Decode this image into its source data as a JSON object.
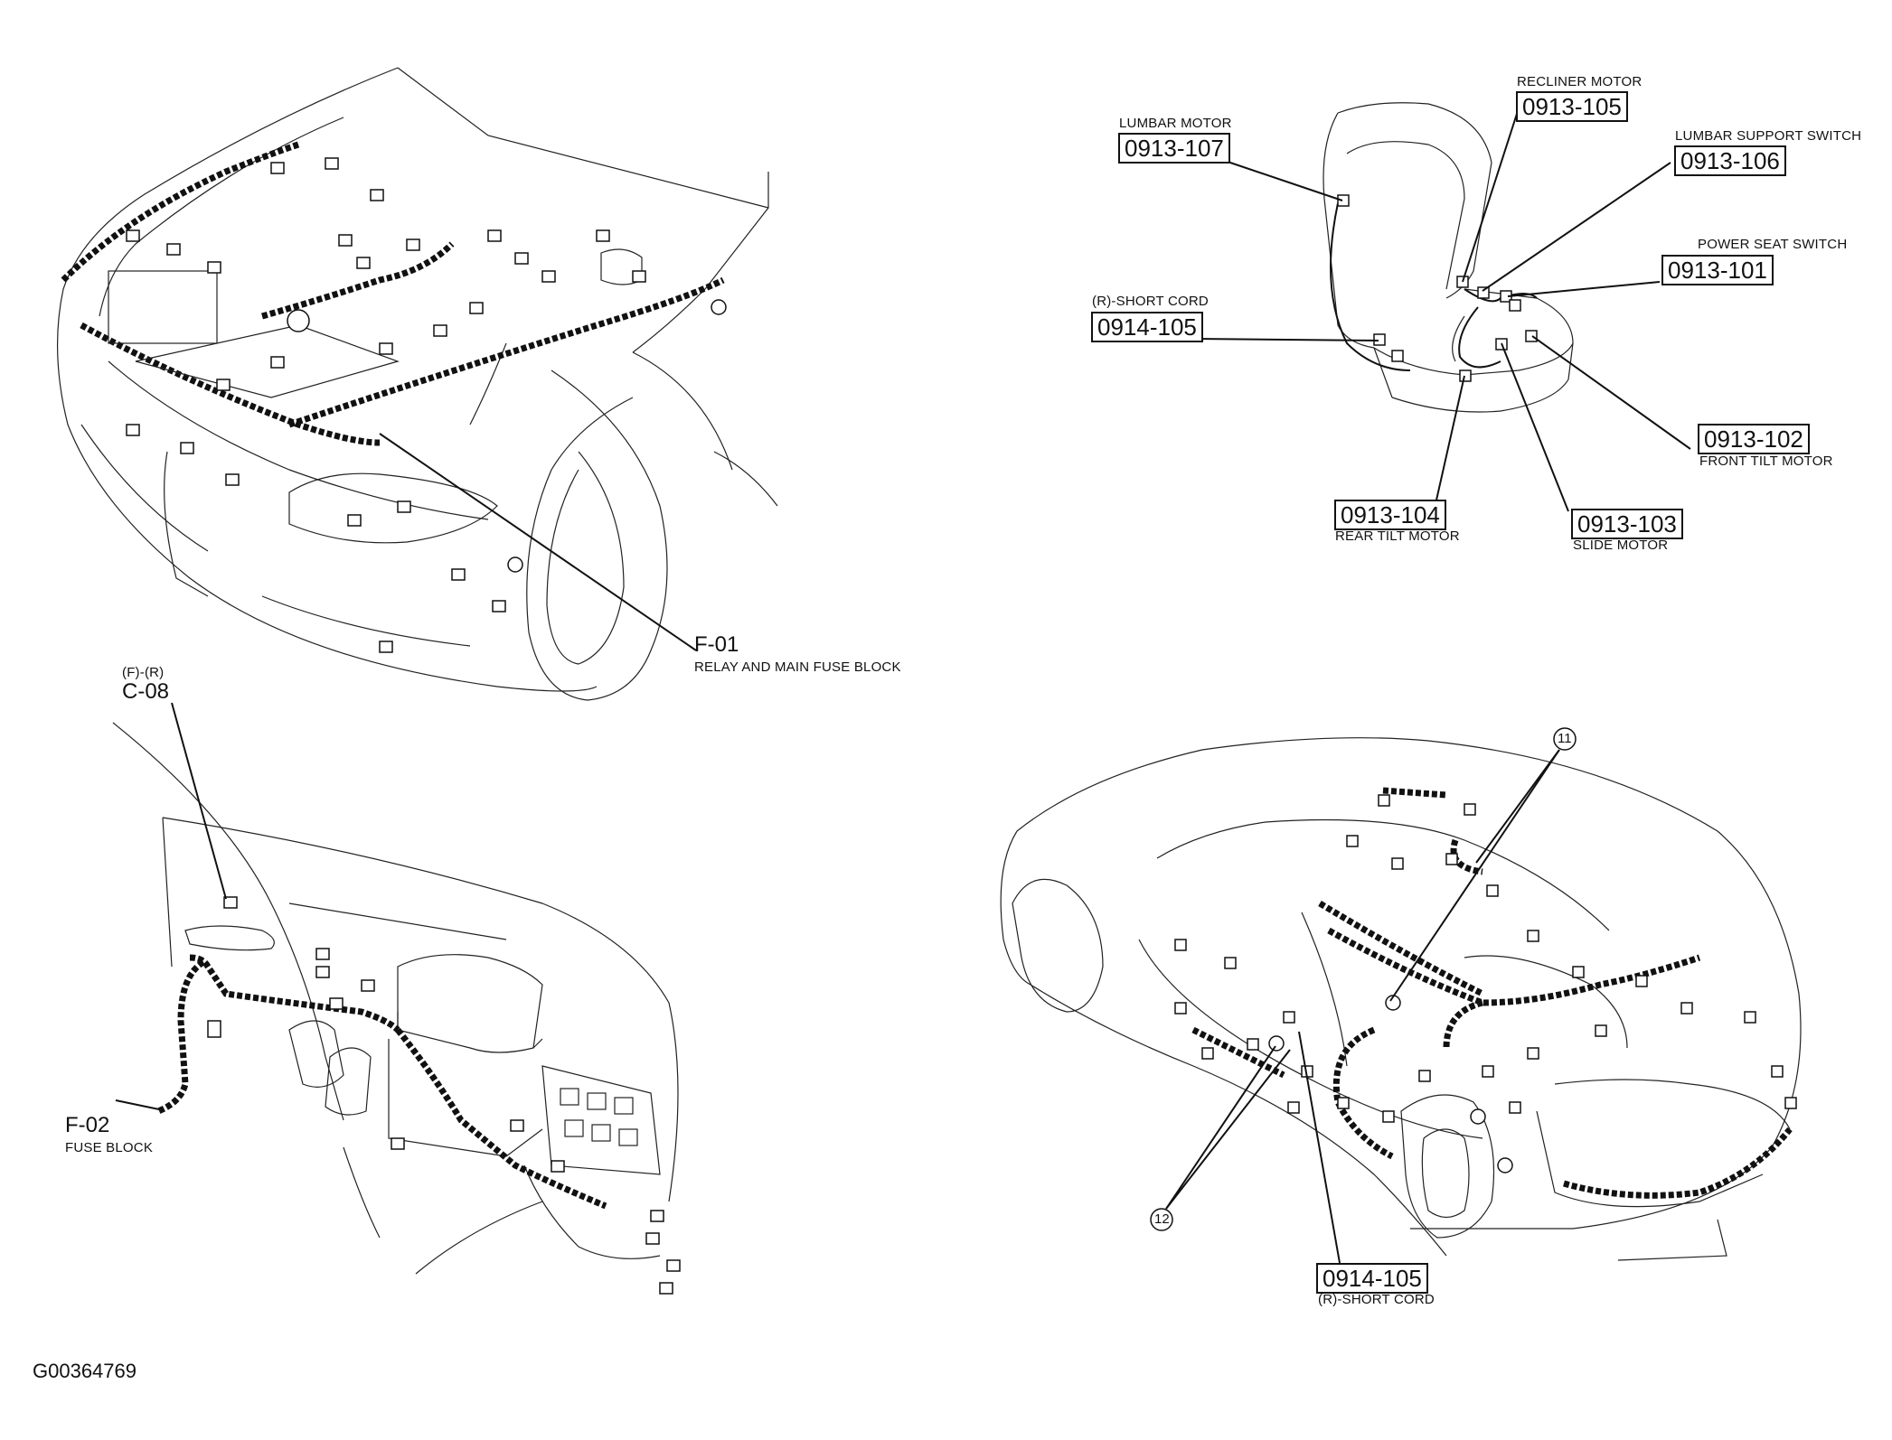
{
  "labels": {
    "f01_code": "F-01",
    "f01_desc": "RELAY AND MAIN FUSE BLOCK",
    "c08_pos": "(F)-(R)",
    "c08_code": "C-08",
    "f02_code": "F-02",
    "f02_desc": "FUSE BLOCK",
    "figure_id": "G00364769"
  },
  "seat": {
    "lumbar_motor_desc": "LUMBAR MOTOR",
    "lumbar_motor_code": "0913-107",
    "recliner_motor_desc": "RECLINER MOTOR",
    "recliner_motor_code": "0913-105",
    "lumbar_switch_desc": "LUMBAR SUPPORT SWITCH",
    "lumbar_switch_code": "0913-106",
    "power_seat_switch_desc": "POWER SEAT SWITCH",
    "power_seat_switch_code": "0913-101",
    "short_cord_desc": "(R)-SHORT CORD",
    "short_cord_code": "0914-105",
    "front_tilt_code": "0913-102",
    "front_tilt_desc": "FRONT TILT MOTOR",
    "rear_tilt_code": "0913-104",
    "rear_tilt_desc": "REAR TILT MOTOR",
    "slide_code": "0913-103",
    "slide_desc": "SLIDE MOTOR"
  },
  "rear_car": {
    "callout_11": "11",
    "callout_12": "12",
    "short_cord_code": "0914-105",
    "short_cord_desc": "(R)-SHORT CORD"
  }
}
